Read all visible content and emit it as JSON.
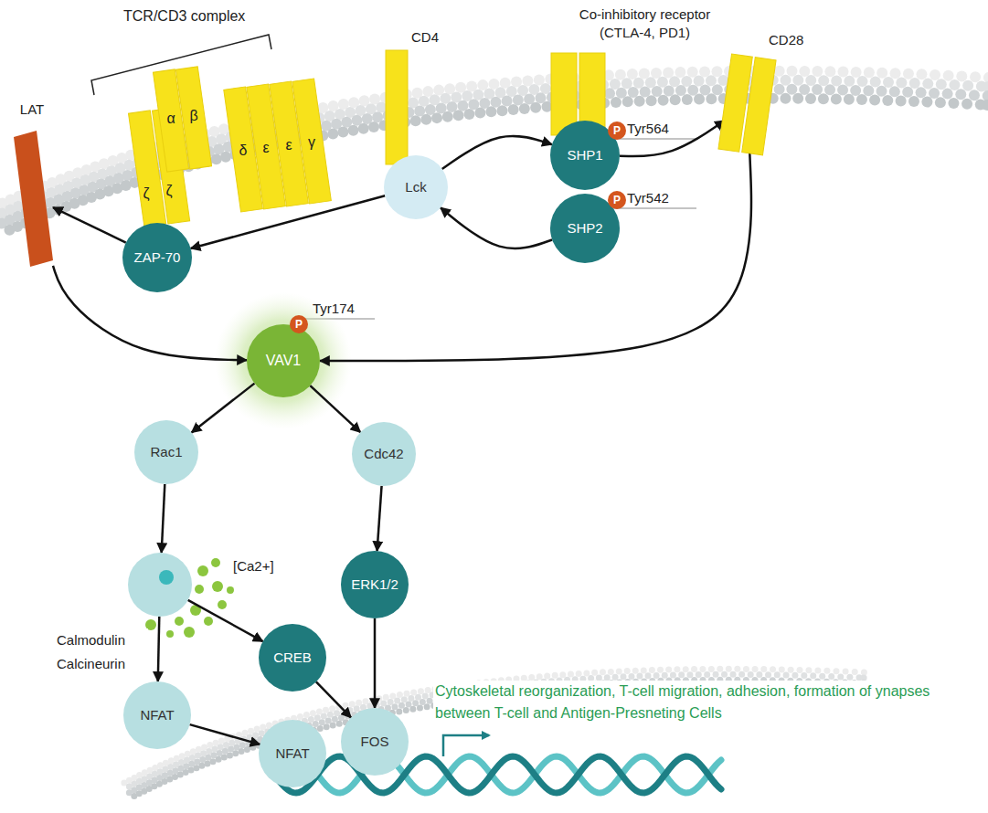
{
  "diagram": {
    "nodes": [
      {
        "text": [
          "LAT"
        ]
      },
      {
        "text": [
          "CD4"
        ]
      },
      {
        "text": [
          "Lck"
        ]
      },
      {
        "text": [
          "Co-inhibitory receptor (CTLA-4, PD1)"
        ]
      },
      {
        "text": [
          "SHP1"
        ]
      },
      {
        "text": [
          "SHP2"
        ]
      },
      {
        "text": [
          "CD28"
        ]
      },
      {
        "text": [
          "ZAP-70"
        ]
      },
      {
        "text": [
          "VAV1"
        ]
      },
      {
        "text": [
          "Rac1"
        ]
      },
      {
        "text": [
          "Cdc42"
        ]
      },
      {
        "text": [
          "[Ca2+]"
        ]
      },
      {
        "text": [
          "ERK1/2"
        ]
      },
      {
        "text": [
          "CREB"
        ]
      },
      {
        "text": [
          "NFAT"
        ]
      },
      {
        "text": [
          "NFAT"
        ]
      },
      {
        "text": [
          "FOS"
        ]
      }
    ],
    "edges": [
      {
        "from": 2,
        "to": 7,
        "arrow": "to"
      },
      {
        "from": 7,
        "to": 0,
        "arrow": "to"
      },
      {
        "from": 0,
        "to": 8,
        "arrow": "to"
      },
      {
        "from": 2,
        "to": 4,
        "arrow": "to"
      },
      {
        "from": 5,
        "to": 2,
        "arrow": "to"
      },
      {
        "from": 4,
        "to": 6,
        "arrow": "to"
      },
      {
        "from": 6,
        "to": 8,
        "arrow": "to"
      },
      {
        "from": 8,
        "to": 9,
        "arrow": "to"
      },
      {
        "from": 8,
        "to": 10,
        "arrow": "to"
      },
      {
        "from": 9,
        "to": 11,
        "arrow": "to"
      },
      {
        "from": 10,
        "to": 12,
        "arrow": "to"
      },
      {
        "from": 11,
        "to": 13,
        "arrow": "to"
      },
      {
        "from": 11,
        "to": 14,
        "arrow": "to",
        "label": "Calmodulin Calcineurin"
      },
      {
        "from": 14,
        "to": 15,
        "arrow": "to"
      },
      {
        "from": 13,
        "to": 16,
        "arrow": "to"
      },
      {
        "from": 12,
        "to": 16,
        "arrow": "to"
      }
    ],
    "labels": [
      "TCR/CD3 complex",
      "α",
      "β",
      "ζ",
      "ζ",
      "δ",
      "ε",
      "ε",
      "γ",
      "P",
      "Tyr564",
      "P",
      "Tyr542",
      "P",
      "Tyr174",
      "Cytoskeletal reorganization, T-cell migration, adhesion, formation of ynapses between T-cell and Antigen-Presneting Cells"
    ]
  }
}
